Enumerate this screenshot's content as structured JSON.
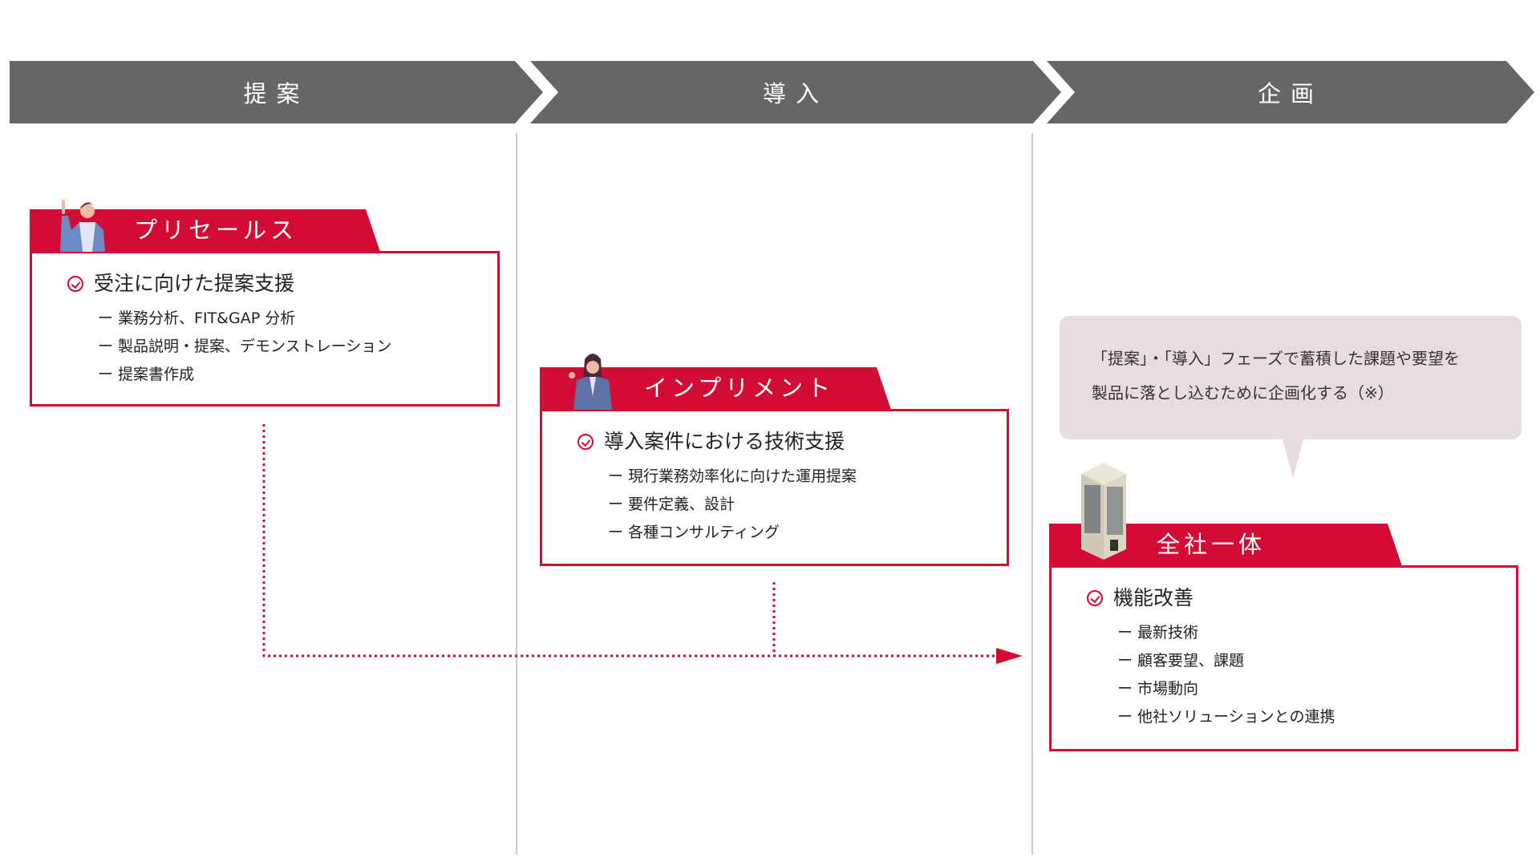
{
  "phases": [
    "提案",
    "導入",
    "企画"
  ],
  "cards": [
    {
      "title": "プリセールス",
      "heading": "受注に向けた提案支援",
      "items": [
        "業務分析、FIT&GAP 分析",
        "製品説明・提案、デモンストレーション",
        "提案書作成"
      ]
    },
    {
      "title": "インプリメント",
      "heading": "導入案件における技術支援",
      "items": [
        "現行業務効率化に向けた運用提案",
        "要件定義、設計",
        "各種コンサルティング"
      ]
    },
    {
      "title": "全社一体",
      "heading": "機能改善",
      "items": [
        "最新技術",
        "顧客要望、課題",
        "市場動向",
        "他社ソリューションとの連携"
      ]
    }
  ],
  "bubble": {
    "line1": "「提案」・「導入」フェーズで蓄積した課題や要望を",
    "line2": "製品に落とし込むために企画化する（※）"
  },
  "colors": {
    "accent": "#d20c34",
    "phase": "#666666",
    "bubble": "#e9dce0"
  }
}
